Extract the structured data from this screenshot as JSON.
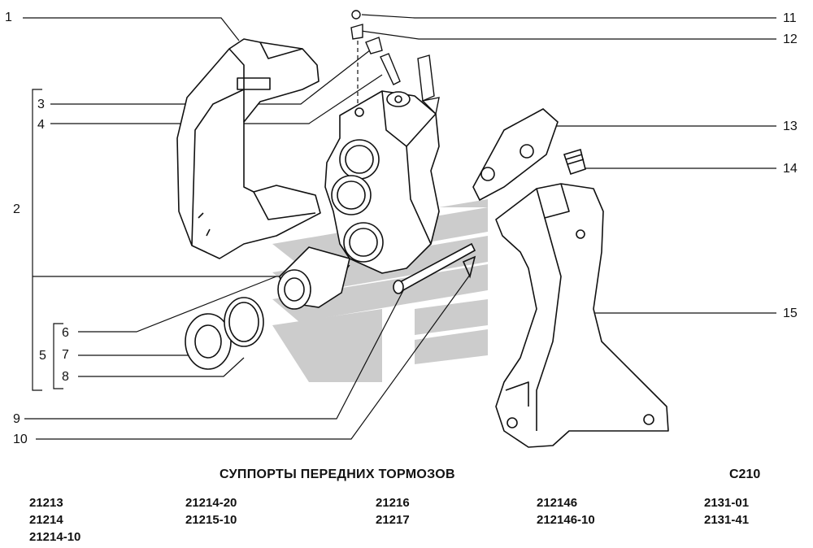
{
  "callouts": [
    "1",
    "2",
    "3",
    "4",
    "5",
    "6",
    "7",
    "8",
    "9",
    "10",
    "11",
    "12",
    "13",
    "14",
    "15"
  ],
  "title": "СУППОРТЫ ПЕРЕДНИХ ТОРМОЗОВ",
  "diagram_code": "C210",
  "models": [
    [
      "21213",
      "21214",
      "21214-10"
    ],
    [
      "21214-20",
      "21215-10"
    ],
    [
      "21216",
      "21217"
    ],
    [
      "212146",
      "212146-10"
    ],
    [
      "2131-01",
      "2131-41"
    ]
  ],
  "colors": {
    "ink": "#111111",
    "watermark": "#bdbdbd"
  }
}
